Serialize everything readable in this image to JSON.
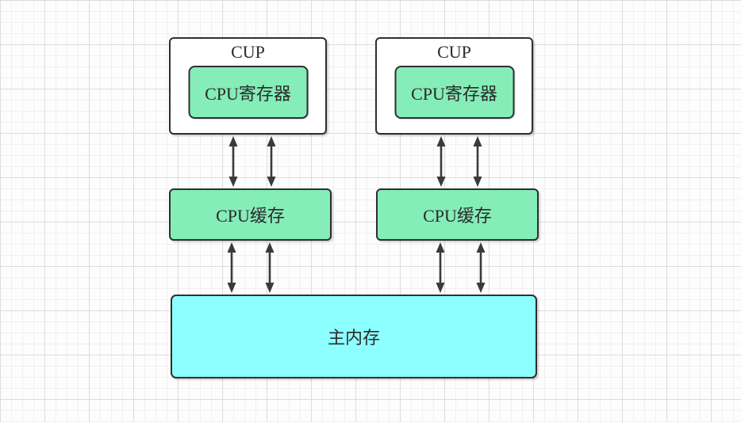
{
  "diagram": {
    "cpu_units": [
      {
        "title": "CUP",
        "register_label": "CPU寄存器"
      },
      {
        "title": "CUP",
        "register_label": "CPU寄存器"
      }
    ],
    "caches": [
      {
        "label": "CPU缓存"
      },
      {
        "label": "CPU缓存"
      }
    ],
    "main_memory": {
      "label": "主内存"
    },
    "colors": {
      "register_fill": "#85edb8",
      "cache_fill": "#85edb8",
      "memory_fill": "#8dffff",
      "box_border": "#2f2f2f",
      "arrow": "#3a3a3a"
    }
  }
}
